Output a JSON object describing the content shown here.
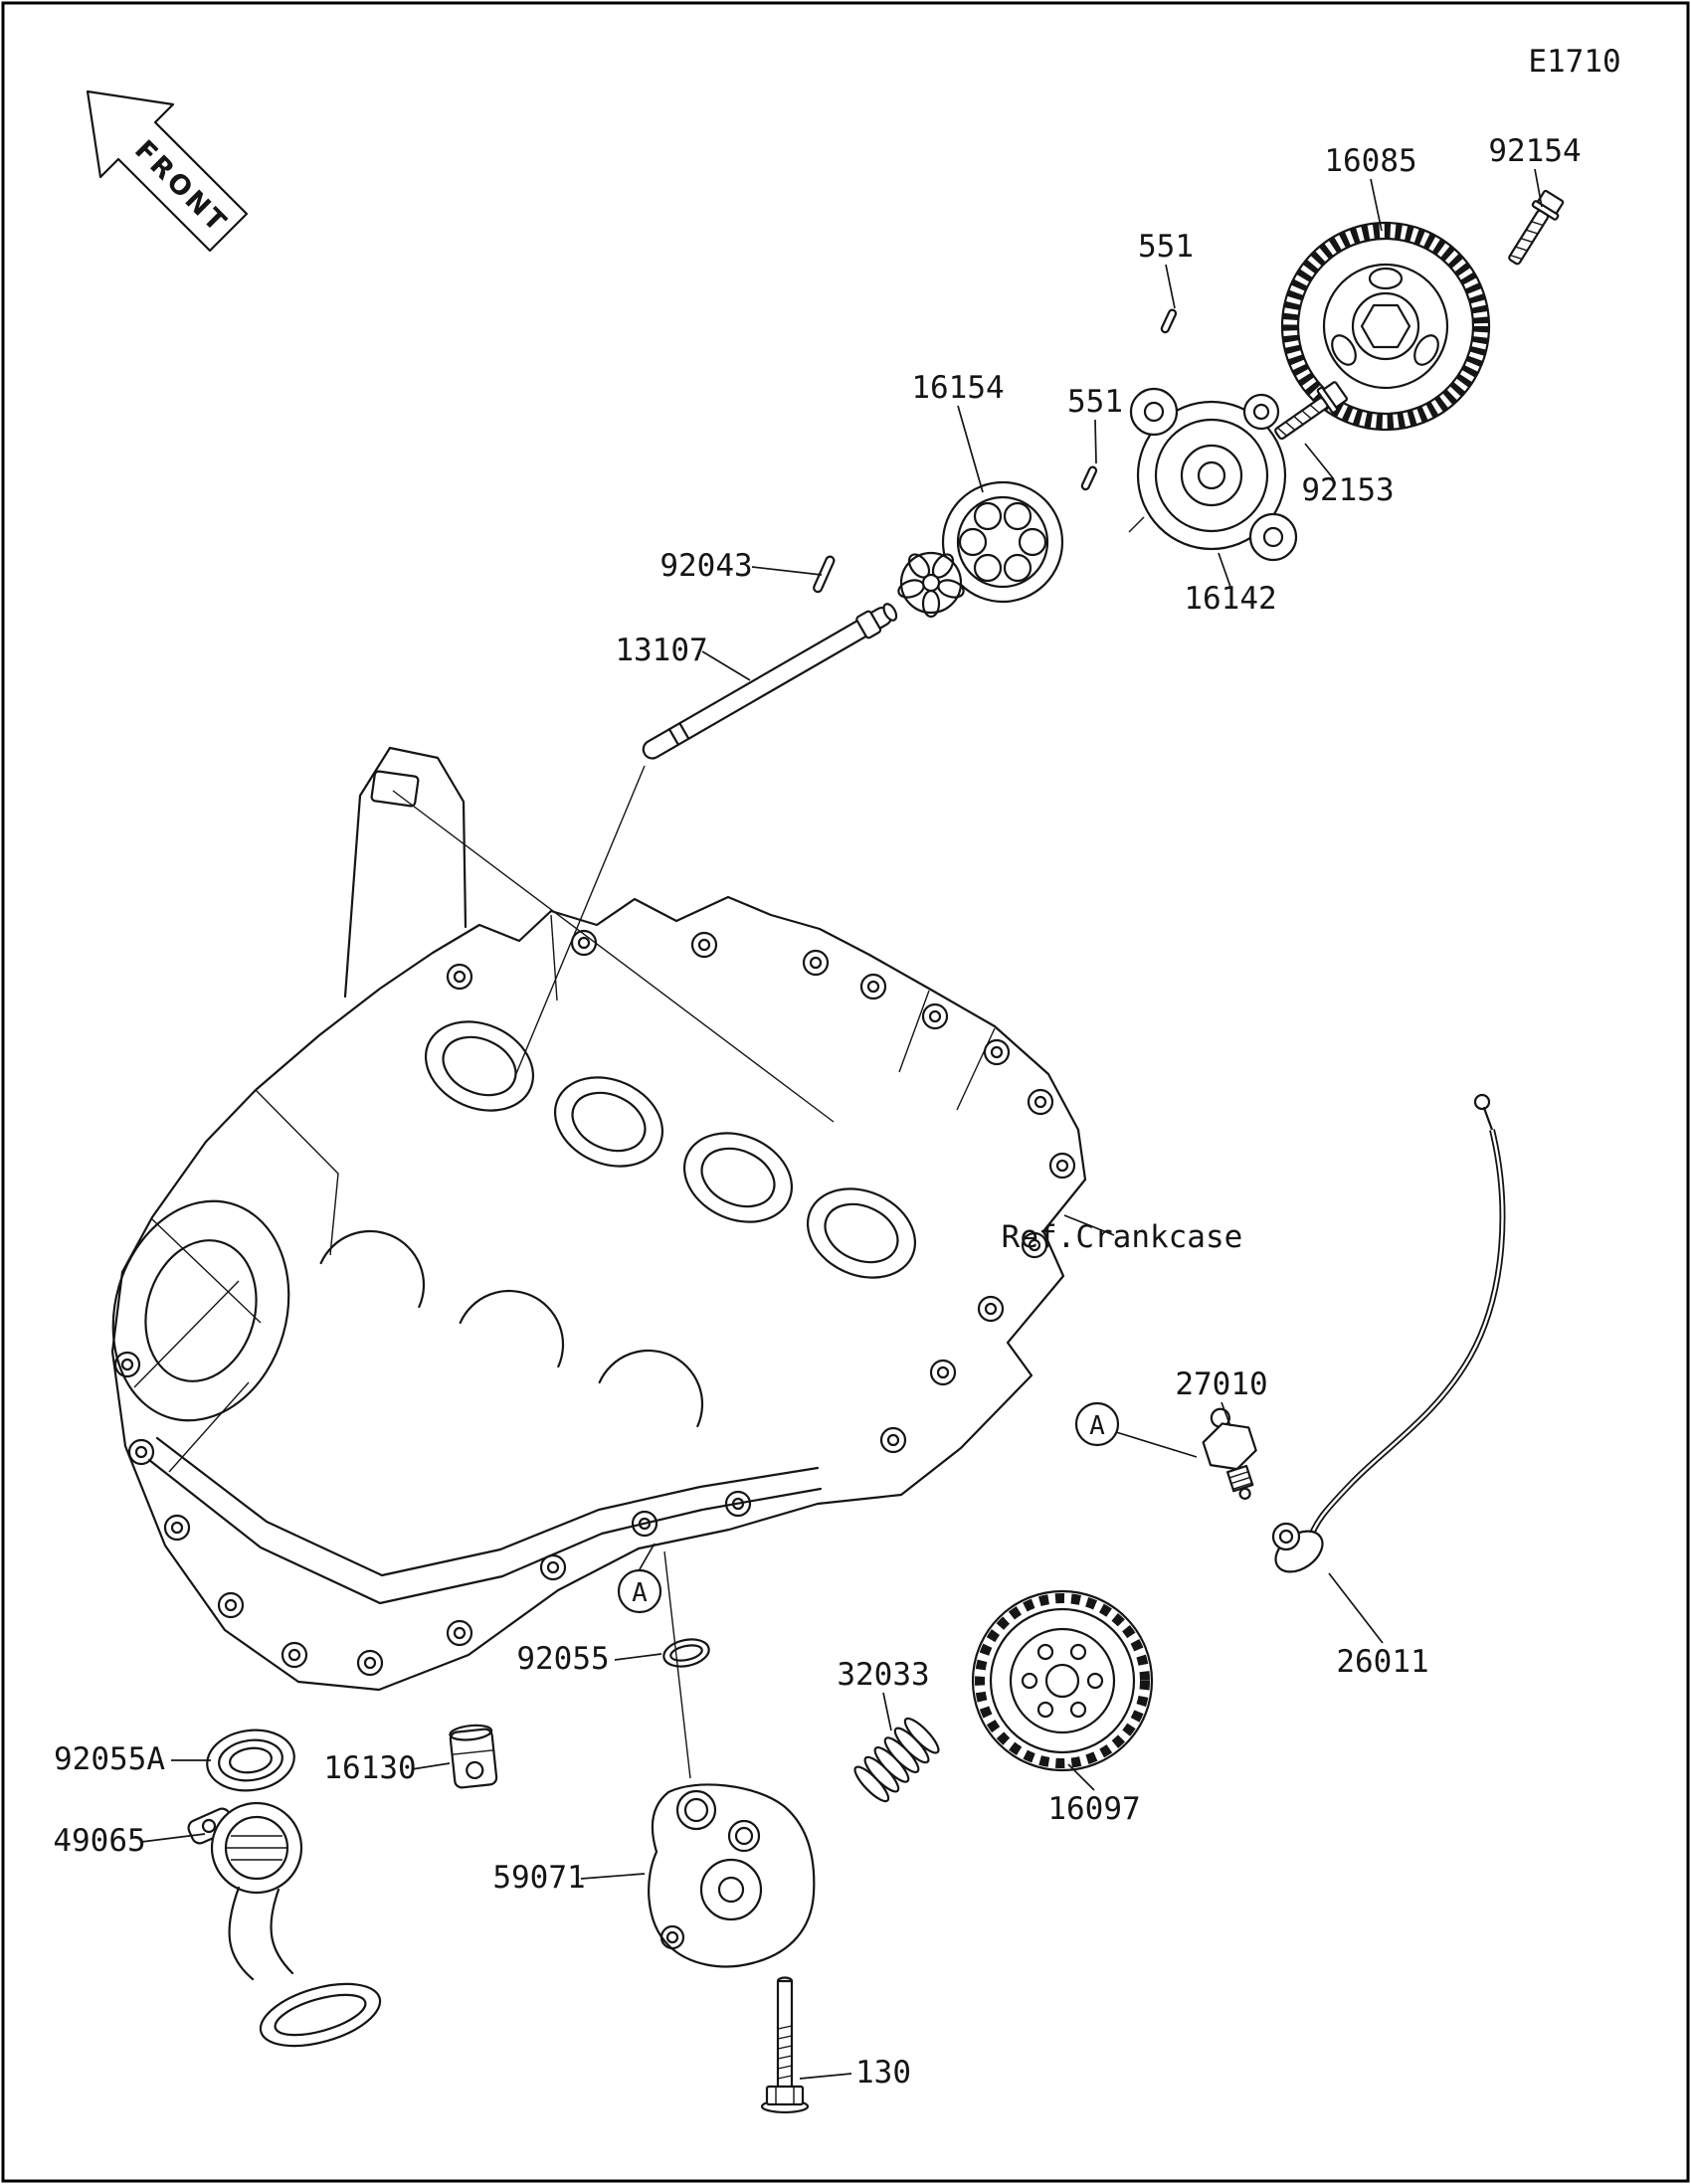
{
  "page": {
    "code": "E1710",
    "background": "#ffffff",
    "ink": "#151515"
  },
  "front_marker": {
    "label": "FRONT"
  },
  "diagram": {
    "ref_label": "Ref.Crankcase",
    "marker_letter": "A",
    "labels": {
      "gear": "16085",
      "gear_bolt": "92154",
      "pin_551_upper": "551",
      "rotor_set": "16154",
      "pin_551_lower": "551",
      "cover_bolt": "92153",
      "pump_cover": "16142",
      "pin": "92043",
      "shaft": "13107",
      "oil_pressure_switch": "27010",
      "o_ring": "92055",
      "spring": "32033",
      "wire_lead": "26011",
      "seal": "92055A",
      "fitting": "16130",
      "oil_strainer": "49065",
      "pump_holder": "59071",
      "oil_filter": "16097",
      "bolt": "130"
    }
  }
}
